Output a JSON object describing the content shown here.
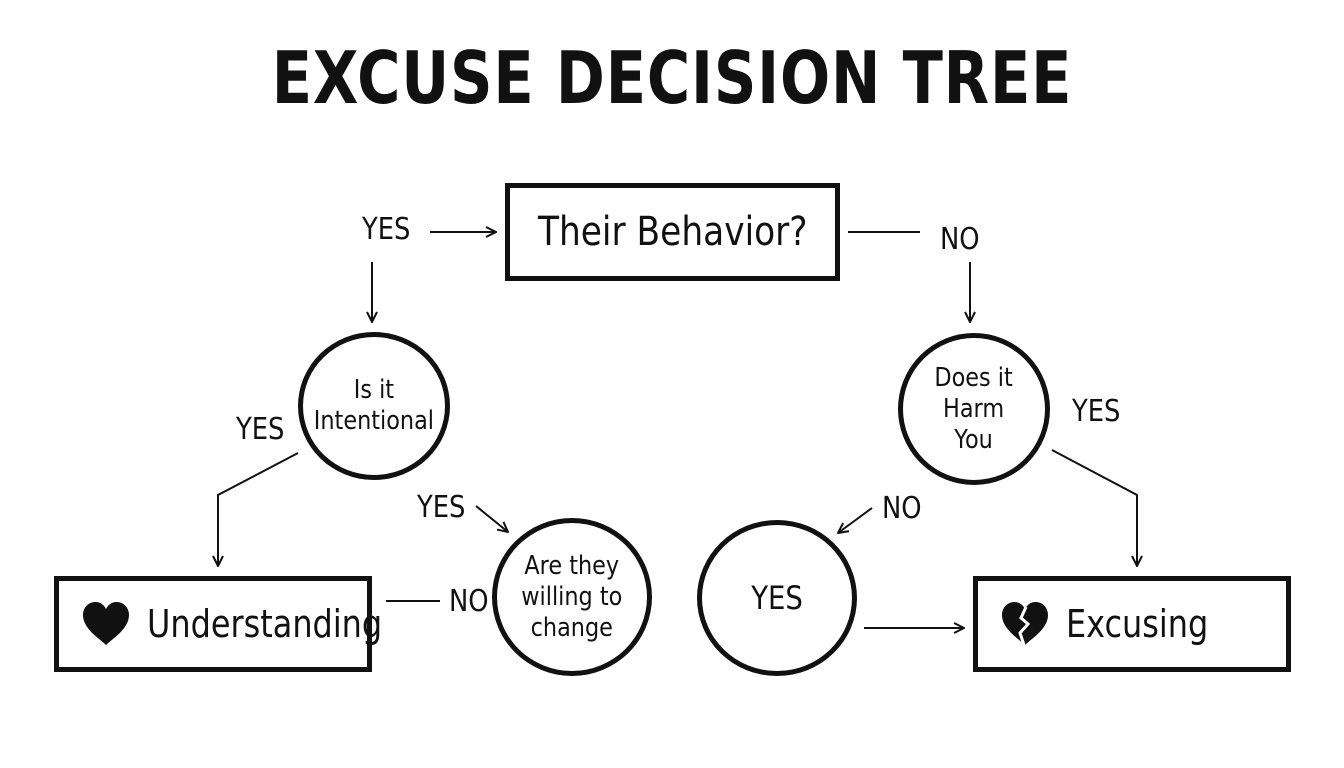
{
  "title": "EXCUSE DECISION TREE",
  "nodes": {
    "root": "Their Behavior?",
    "intentional": "Is it\nIntentional",
    "harm": "Does it\nHarm\nYou",
    "willing": "Are they\nwilling to\nchange",
    "yes_circle": "YES",
    "understanding": "Understanding",
    "excusing": "Excusing"
  },
  "labels": {
    "root_yes": "YES",
    "root_no": "NO",
    "intentional_yes": "YES",
    "willing_yes": "YES",
    "willing_no": "NO",
    "harm_yes": "YES",
    "harm_no": "NO"
  },
  "icons": {
    "understanding": "heart-icon",
    "excusing": "broken-heart-icon"
  },
  "colors": {
    "ink": "#111111",
    "background": "#ffffff"
  }
}
